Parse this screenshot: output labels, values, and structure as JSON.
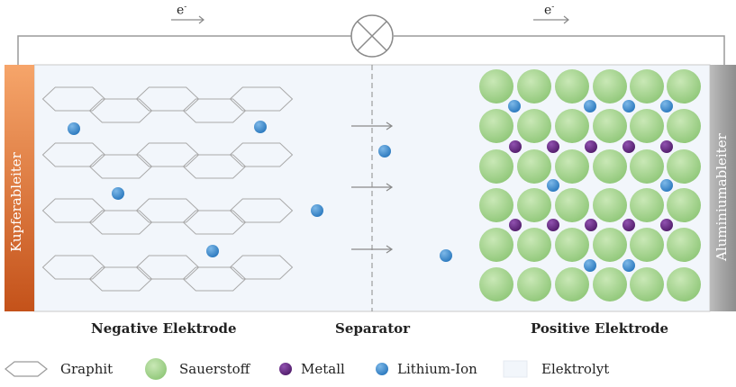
{
  "circuit": {
    "electron_left": "e",
    "electron_right": "e",
    "electron_superscript": "-"
  },
  "collectors": {
    "left_label": "Kupferableiter",
    "right_label": "Aluminiumableiter"
  },
  "sections": {
    "negative": "Negative Elektrode",
    "separator": "Separator",
    "positive": "Positive Elektrode"
  },
  "legend": {
    "graphite": "Graphit",
    "oxygen": "Sauerstoff",
    "metal": "Metall",
    "lithium": "Lithium-Ion",
    "electrolyte": "Elektrolyt"
  },
  "colors": {
    "copper_top": "#f39a5a",
    "copper_bottom": "#c5561a",
    "aluminium": "#a9a9a9",
    "electrolyte": "#f2f6fb",
    "oxygen": "#a9d693",
    "metal": "#6b2e86",
    "lithium": "#3f8ccc",
    "wire": "#9a9a9a"
  }
}
